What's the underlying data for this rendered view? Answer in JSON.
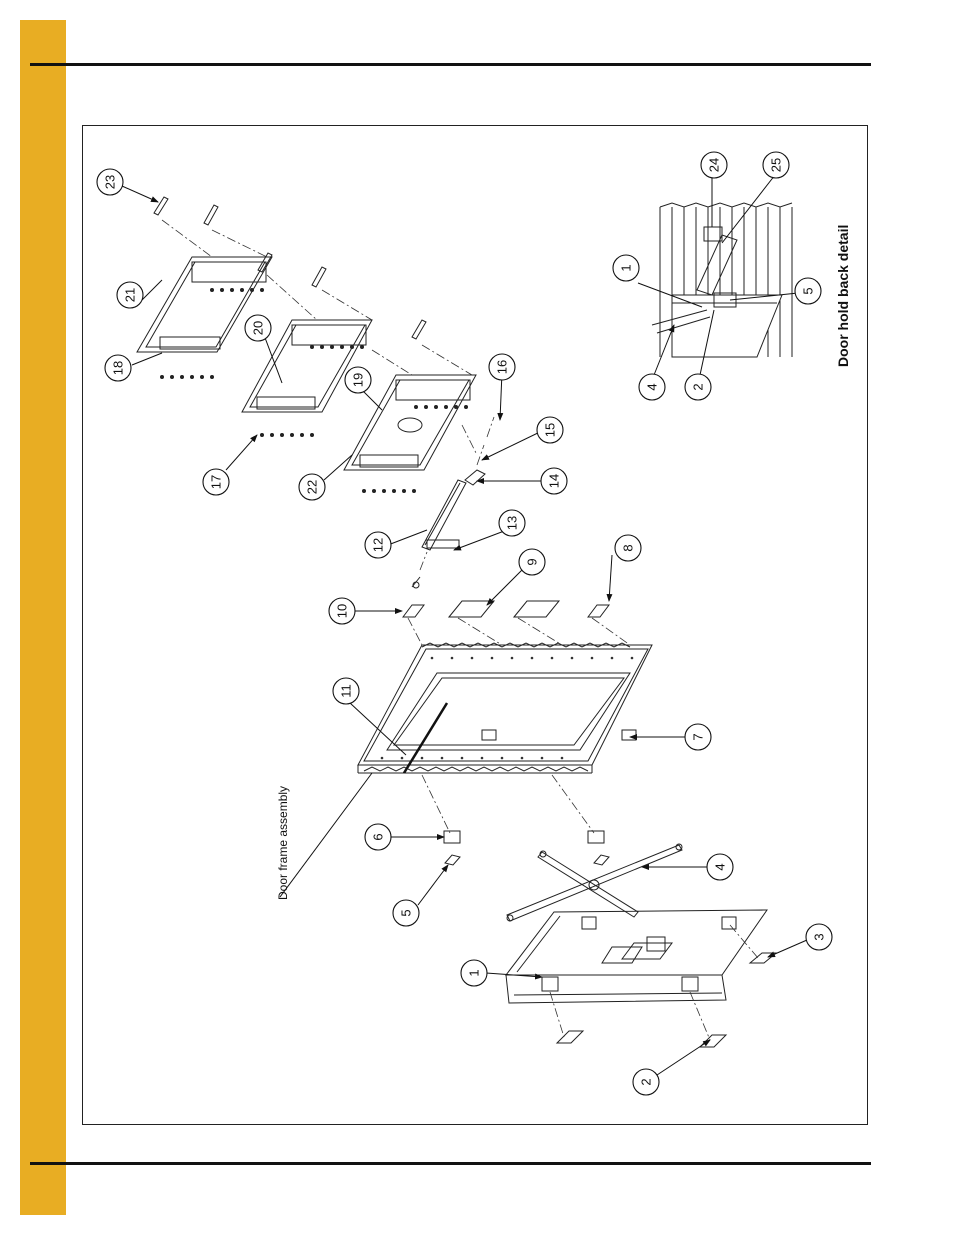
{
  "page": {
    "tab_color": "#e8ad23"
  },
  "labels": {
    "door_frame_assembly": "Door frame assembly",
    "hold_back_detail": "Door hold back detail"
  },
  "callouts": [
    "1",
    "2",
    "3",
    "4",
    "5",
    "6",
    "7",
    "8",
    "9",
    "10",
    "11",
    "12",
    "13",
    "14",
    "15",
    "16",
    "17",
    "18",
    "19",
    "20",
    "21",
    "22",
    "23",
    "1",
    "2",
    "4",
    "5",
    "24",
    "25"
  ]
}
